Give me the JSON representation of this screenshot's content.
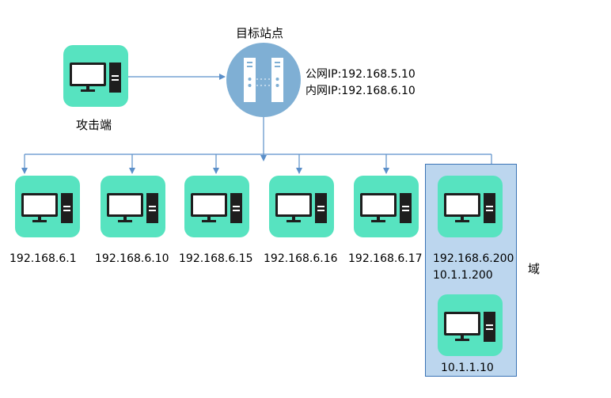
{
  "target": {
    "title": "目标站点",
    "public_ip": "公网IP:192.168.5.10",
    "private_ip": "内网IP:192.168.6.10",
    "icon": "server-icon"
  },
  "attacker": {
    "label": "攻击端",
    "icon": "computer-icon"
  },
  "hosts": [
    {
      "label": "192.168.6.1",
      "icon": "computer-icon"
    },
    {
      "label": "192.168.6.10",
      "icon": "computer-icon"
    },
    {
      "label": "192.168.6.15",
      "icon": "computer-icon"
    },
    {
      "label": "192.168.6.16",
      "icon": "computer-icon"
    },
    {
      "label": "192.168.6.17",
      "icon": "computer-icon"
    },
    {
      "label": "192.168.6.200",
      "label2": "10.1.1.200",
      "icon": "computer-icon"
    },
    {
      "label": "10.1.1.10",
      "icon": "computer-icon"
    }
  ],
  "domain": {
    "label": "域"
  },
  "colors": {
    "node": "#57e3c0",
    "server": "#7fafd4",
    "line": "#5b8fc9",
    "domain_fill": "#bcd6ee",
    "domain_border": "#3a73b5"
  }
}
